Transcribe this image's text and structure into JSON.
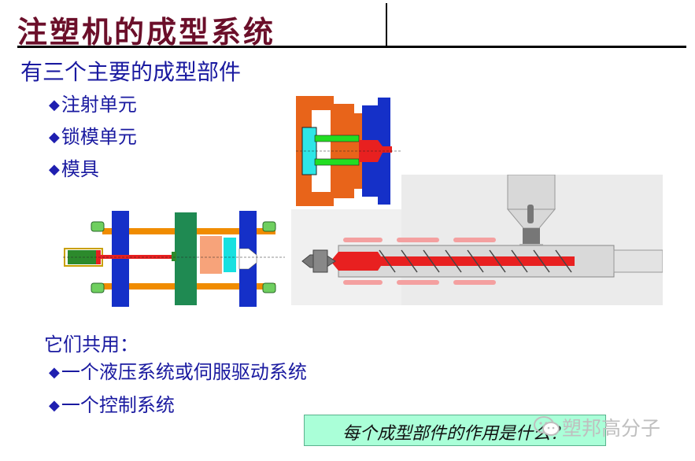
{
  "slide": {
    "title": "注塑机的成型系统",
    "subtitle": "有三个主要的成型部件",
    "components": [
      {
        "label": "注射单元"
      },
      {
        "label": "锁模单元"
      },
      {
        "label": "模具"
      }
    ],
    "shared_title": "它们共用：",
    "shared_items": [
      {
        "label": "一个液压系统或伺服驱动系统"
      },
      {
        "label": "一个控制系统"
      }
    ],
    "question": "每个成型部件的作用是什么？",
    "watermark": "塑邦高分子",
    "bullet_icon": "diamond-bullet",
    "watermark_icon": "wechat-icon"
  },
  "colors": {
    "title": "#6b0f2a",
    "text": "#1a1aa0",
    "question_bg": "#aaffd8"
  }
}
